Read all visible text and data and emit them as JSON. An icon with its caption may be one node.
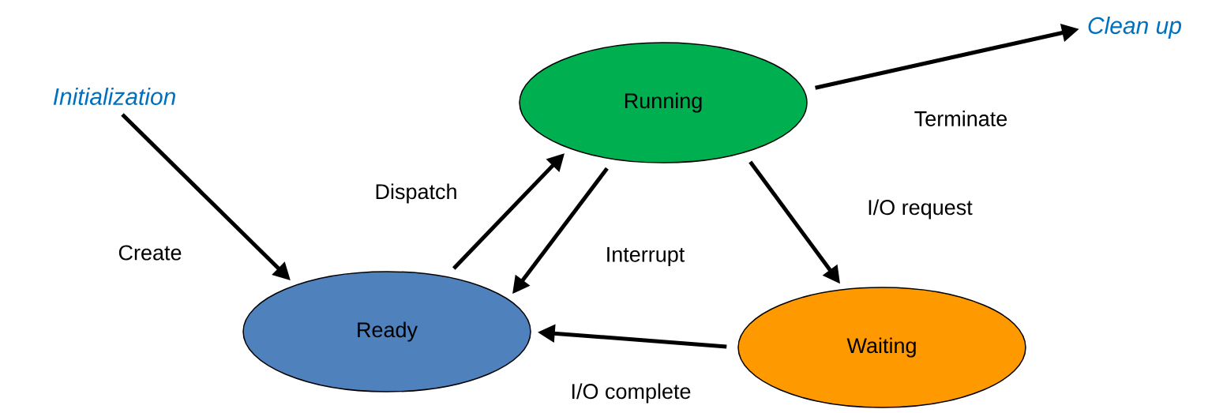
{
  "diagram": {
    "nodes": [
      {
        "text": [
          "Initialization"
        ]
      },
      {
        "text": [
          "Running"
        ]
      },
      {
        "text": [
          "Clean up"
        ]
      },
      {
        "text": [
          "Ready"
        ]
      },
      {
        "text": [
          "Waiting"
        ]
      }
    ],
    "edges": [
      {
        "from": 0,
        "to": 3,
        "arrow": "to",
        "label": "Create"
      },
      {
        "from": 3,
        "to": 1,
        "arrow": "to",
        "label": "Dispatch"
      },
      {
        "from": 1,
        "to": 3,
        "arrow": "to",
        "label": "Interrupt"
      },
      {
        "from": 1,
        "to": 4,
        "arrow": "to",
        "label": "I/O request"
      },
      {
        "from": 4,
        "to": 3,
        "arrow": "to",
        "label": "I/O complete"
      },
      {
        "from": 1,
        "to": 2,
        "arrow": "to",
        "label": "Terminate"
      }
    ]
  }
}
